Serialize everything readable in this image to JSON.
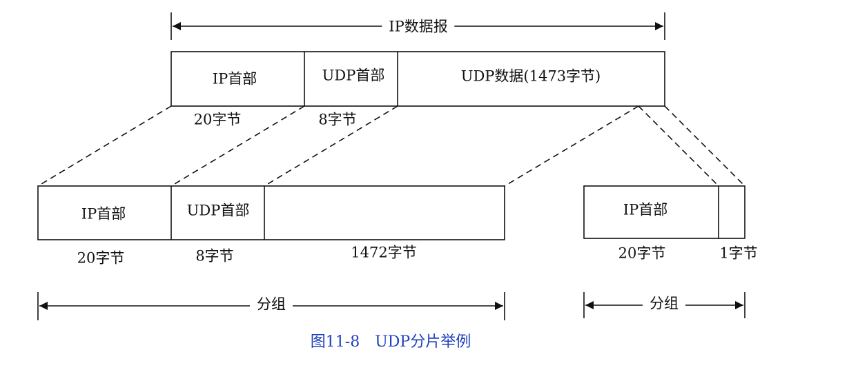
{
  "ip_datagram": {
    "span_label": "IP数据报",
    "ip_header": "IP首部",
    "udp_header": "UDP首部",
    "udp_data": "UDP数据(1473字节)",
    "ip_header_size": "20字节",
    "udp_header_size": "8字节"
  },
  "fragment_1": {
    "ip_header": "IP首部",
    "udp_header": "UDP首部",
    "ip_header_size": "20字节",
    "udp_header_size": "8字节",
    "data_size": "1472字节",
    "span_label": "分组"
  },
  "fragment_2": {
    "ip_header": "IP首部",
    "ip_header_size": "20字节",
    "data_size": "1字节",
    "span_label": "分组"
  },
  "caption": "图11-8　UDP分片举例",
  "colors": {
    "line": "#111111",
    "caption": "#1f3fbf"
  }
}
